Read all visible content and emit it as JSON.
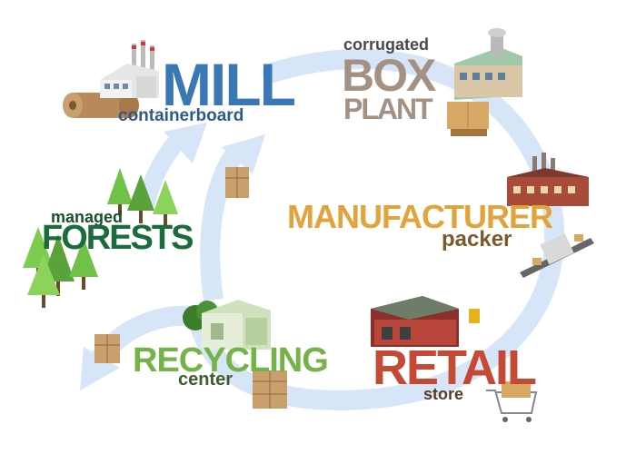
{
  "colors": {
    "arrow": "#d6e6f8",
    "mill": "#3a78b5",
    "box_plant": "#a39283",
    "manufacturer": "#e2a33b",
    "packer": "#7b5a2a",
    "retail": "#c44a36",
    "store": "#5a3b2a",
    "recycling": "#74b347",
    "center": "#3d5e2a",
    "forests": "#1c6b3a",
    "managed": "#1a4f2b"
  },
  "stages": {
    "mill": {
      "title": "MILL",
      "subtitle": "containerboard",
      "icon": "paper-mill-factory-icon"
    },
    "box_plant": {
      "prefix": "corrugated",
      "title_line1": "BOX",
      "title_line2": "PLANT",
      "icon": "box-plant-factory-icon"
    },
    "manufacturer": {
      "title": "MANUFACTURER",
      "subtitle": "packer",
      "icon": "manufacturing-plant-icon"
    },
    "retail": {
      "title": "RETAIL",
      "subtitle": "store",
      "icon": "warehouse-store-icon"
    },
    "recycling": {
      "title": "RECYCLING",
      "subtitle": "center",
      "icon": "recycling-building-icon"
    },
    "forests": {
      "prefix": "managed",
      "title": "FORESTS",
      "icon": "pine-trees-icon"
    }
  }
}
